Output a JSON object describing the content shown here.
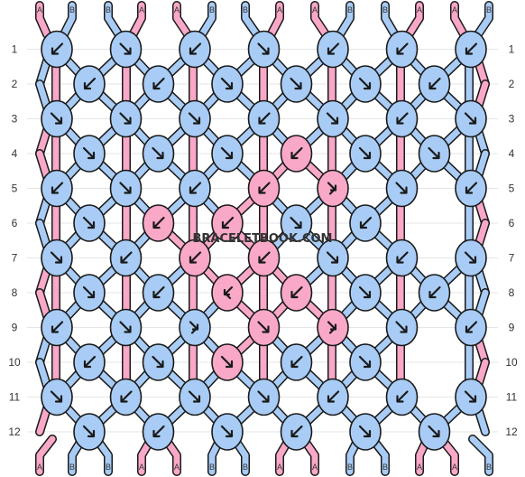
{
  "watermark": "BRACELETBOOK.COM",
  "row_labels": [
    "1",
    "2",
    "3",
    "4",
    "5",
    "6",
    "7",
    "8",
    "9",
    "10",
    "11",
    "12"
  ],
  "top_letters": [
    "A",
    "B",
    "B",
    "A",
    "A",
    "B",
    "B",
    "A",
    "A",
    "B",
    "B",
    "A",
    "A",
    "B"
  ],
  "bottom_letters": [
    "A",
    "B",
    "B",
    "A",
    "A",
    "B",
    "B",
    "A",
    "A",
    "B",
    "B",
    "A",
    "A",
    "B"
  ],
  "colors": {
    "A": "#f9a8c8",
    "B": "#a8ccf5",
    "outline": "#1a1a1a",
    "grid": "#e6e6e6"
  },
  "icons": [
    "arrow-down-left-icon",
    "arrow-down-right-icon",
    "forward-back-knot-icon",
    "backward-forward-knot-icon"
  ],
  "knot_rows": [
    [
      "bl",
      "br",
      "bl",
      "br",
      "bl",
      "bl",
      "bl"
    ],
    [
      "bl",
      "bl",
      "br",
      "br",
      "br",
      "bl"
    ],
    [
      "br",
      "br",
      "br",
      "bl",
      "br",
      "bl",
      "br"
    ],
    [
      "br",
      "br",
      "br",
      "pl",
      "br",
      "br"
    ],
    [
      "bl",
      "br",
      "bl",
      "pl",
      "pfb",
      "br",
      "bl"
    ],
    [
      "br",
      "pl",
      "pl",
      "br",
      "bl"
    ],
    [
      "br",
      "bl",
      "pl",
      "pl",
      "br",
      "bl",
      "br"
    ],
    [
      "br",
      "bl",
      "pbf",
      "pl",
      "br",
      "bl"
    ],
    [
      "bl",
      "br",
      "bfb",
      "pr",
      "pfb",
      "br",
      "bl"
    ],
    [
      "bl",
      "br",
      "pr",
      "bl",
      "br"
    ],
    [
      "br",
      "bl",
      "br",
      "br",
      "bl",
      "bl",
      "br"
    ],
    [
      "br",
      "bl",
      "br",
      "bl",
      "br",
      "br"
    ]
  ]
}
